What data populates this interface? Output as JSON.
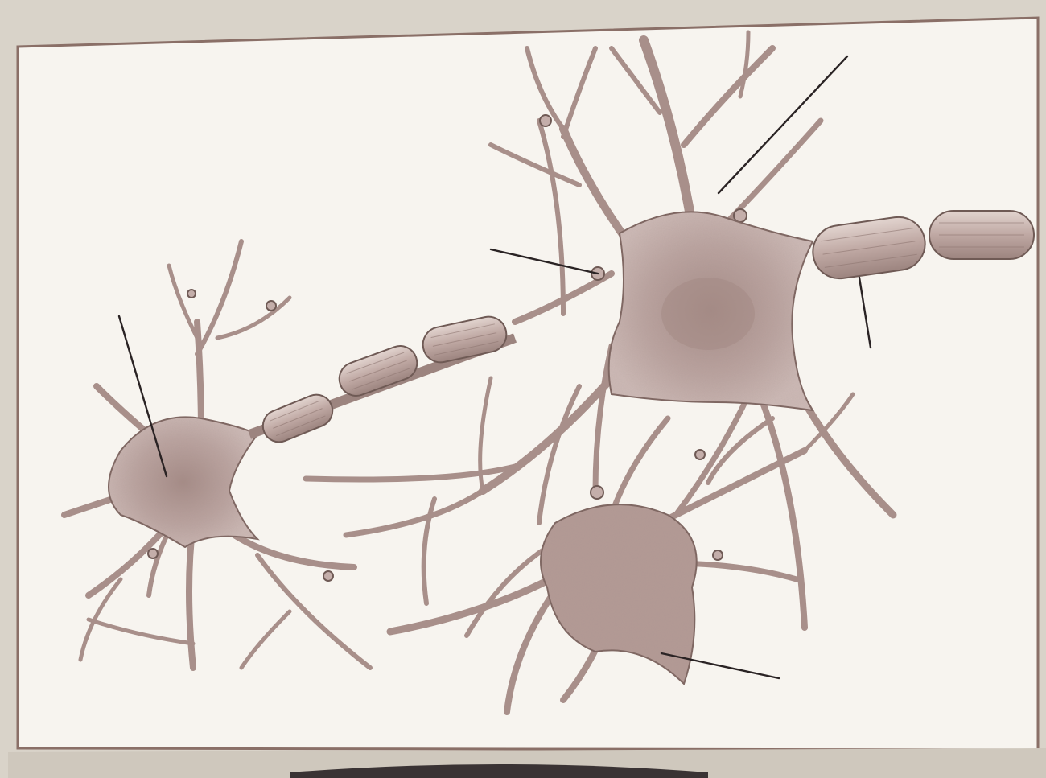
{
  "figure": {
    "colors": {
      "page_outer": "#d8d2c8",
      "paper": "#f6f3ee",
      "frame": "#8a6f67",
      "neuron_fill": "#b9a19c",
      "neuron_dark": "#7e6661",
      "neuron_light": "#d9c9c4",
      "outline": "#6f5a55",
      "leader_line": "#2a2324",
      "bottom_band": "#3a3334"
    },
    "icons": [
      "neuron-cell-body",
      "myelin-sheath-segment",
      "axon-terminal-knob",
      "dendrite-branch",
      "label-leader-line"
    ],
    "labels": []
  }
}
